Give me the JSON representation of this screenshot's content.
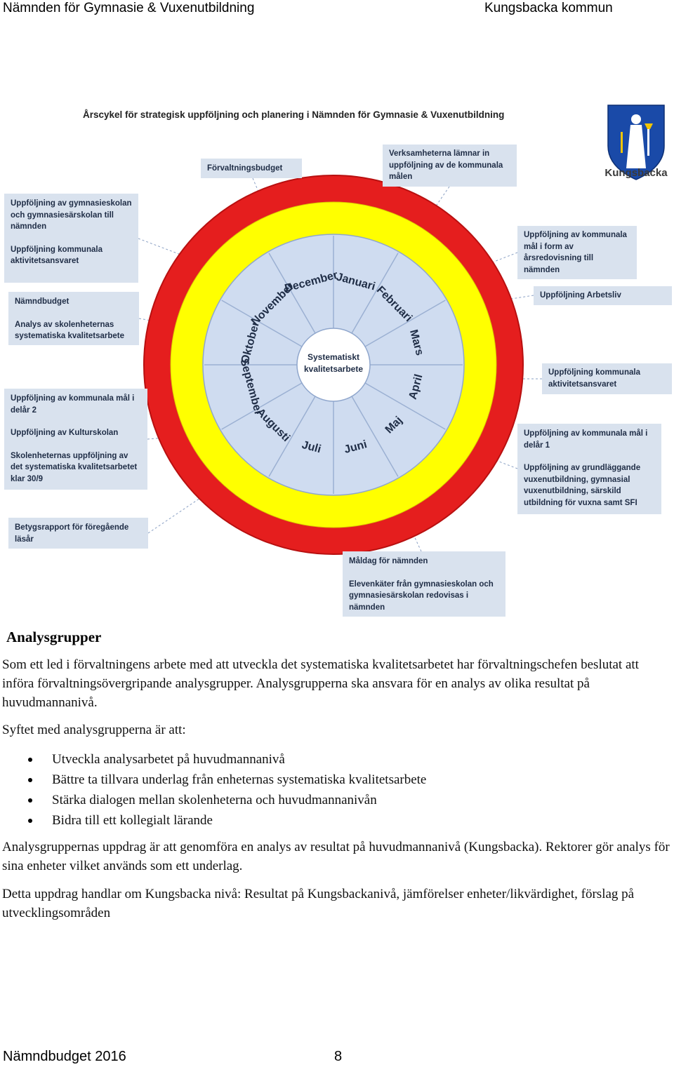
{
  "header": {
    "left": "Nämnden för Gymnasie & Vuxenutbildning",
    "right": "Kungsbacka kommun"
  },
  "figure": {
    "title": "Årscykel för strategisk uppföljning och planering i Nämnden för Gymnasie & Vuxenutbildning",
    "logo_text": "Kungsbacka",
    "center_lines": [
      "Systematiskt",
      "kvalitetsarbete"
    ],
    "months": [
      "Januari",
      "Februari",
      "Mars",
      "April",
      "Maj",
      "Juni",
      "Juli",
      "Augusti",
      "September",
      "Oktober",
      "November",
      "December"
    ],
    "colors": {
      "outer_ring": "#e51e1e",
      "middle_ring": "#ffff00",
      "wheel": "#cfdcf0",
      "center": "#ffffff",
      "box_bg": "#d9e2ee",
      "box_text": "#1f2d46"
    },
    "boxes": {
      "forvaltningsbudget": [
        "Förvaltningsbudget"
      ],
      "verksamheterna": [
        "Verksamheterna lämnar in uppföljning av de kommunala målen"
      ],
      "gymnasieskolan": [
        "Uppföljning av gymnasieskolan och gymnasiesärskolan till nämnden",
        "Uppföljning kommunala aktivitetsansvaret"
      ],
      "arsredovisning": [
        "Uppföljning av kommunala mål i form av årsredovisning till nämnden"
      ],
      "arbetsliv": [
        "Uppföljning Arbetsliv"
      ],
      "namndbudget": [
        "Nämndbudget",
        "Analys av skolenheternas systematiska kvalitetsarbete"
      ],
      "kaa": [
        "Uppföljning kommunala aktivitetsansvaret"
      ],
      "delar2": [
        "Uppföljning av kommunala mål i delår 2",
        "Uppföljning av Kulturskolan",
        "Skolenheternas uppföljning av det systematiska kvalitetsarbetet klar 30/9"
      ],
      "delar1": [
        "Uppföljning av kommunala mål i delår 1",
        "Uppföljning av grundläggande vuxenutbildning, gymnasial vuxenutbildning, särskild utbildning för vuxna samt SFI"
      ],
      "betyg": [
        "Betygsrapport för föregående läsår"
      ],
      "maldag": [
        "Måldag för nämnden",
        "Elevenkäter från gymnasieskolan och gymnasiesärskolan redovisas i nämnden"
      ]
    }
  },
  "section": {
    "heading": "Analysgrupper",
    "p1": "Som ett led i förvaltningens arbete med att utveckla det systematiska kvalitetsarbetet har förvaltningschefen beslutat att införa förvaltningsövergripande analysgrupper. Analysgrupperna ska ansvara för en analys av olika resultat på huvudmannanivå.",
    "p2": "Syftet med analysgrupperna är att:",
    "bullets": [
      "Utveckla analysarbetet på huvudmannanivå",
      "Bättre ta tillvara underlag från enheternas systematiska kvalitetsarbete",
      "Stärka dialogen mellan skolenheterna och huvudmannanivån",
      "Bidra till ett kollegialt lärande"
    ],
    "p3": "Analysgruppernas uppdrag är att genomföra en analys av resultat på huvudmannanivå (Kungsbacka). Rektorer gör analys för sina enheter vilket används som ett underlag.",
    "p4": "Detta uppdrag handlar om Kungsbacka nivå: Resultat på Kungsbackanivå, jämförelser enheter/likvärdighet, förslag på utvecklingsområden"
  },
  "footer": {
    "left": "Nämndbudget 2016",
    "page": "8"
  }
}
